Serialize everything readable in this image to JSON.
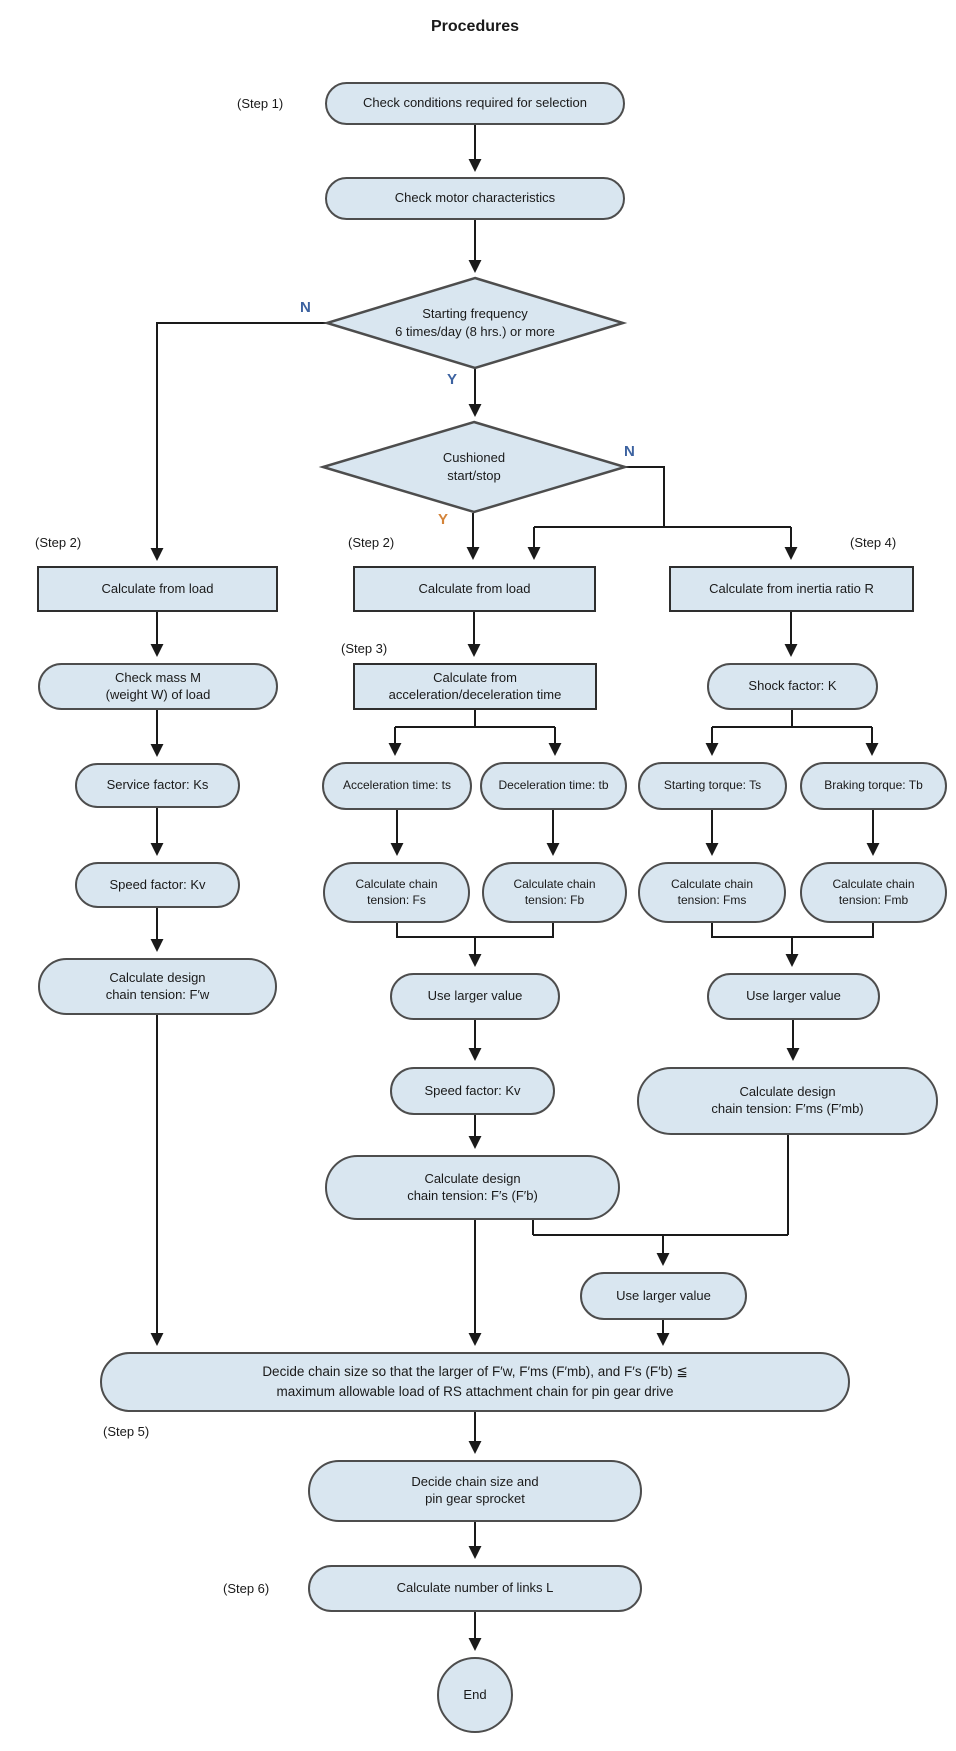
{
  "title": "Procedures",
  "colors": {
    "node_fill": "#d9e6f0",
    "node_border": "#4d4d4d",
    "connector_line": "#1a1a1a",
    "branch_label_blue": "#3c62a0",
    "branch_label_orange": "#d4843a"
  },
  "step_labels": {
    "step1": "(Step 1)",
    "step2_left": "(Step 2)",
    "step2_mid": "(Step 2)",
    "step3": "(Step 3)",
    "step4": "(Step 4)",
    "step5": "(Step 5)",
    "step6": "(Step 6)"
  },
  "branch_labels": {
    "d1_no": "N",
    "d1_yes": "Y",
    "d2_no": "N",
    "d2_yes": "Y"
  },
  "nodes": {
    "check_conditions": "Check conditions required for selection",
    "check_motor": "Check motor characteristics",
    "starting_frequency": "Starting frequency\n6 times/day (8 hrs.) or more",
    "cushioned": "Cushioned\nstart/stop",
    "calc_load_left": "Calculate from load",
    "calc_load_mid": "Calculate from load",
    "calc_inertia": "Calculate from inertia ratio R",
    "check_mass": "Check mass M\n(weight W) of load",
    "calc_accel": "Calculate from\nacceleration/deceleration time",
    "shock_factor": "Shock factor: K",
    "service_factor": "Service factor: Ks",
    "accel_time": "Acceleration time: ts",
    "decel_time": "Deceleration time: tb",
    "starting_torque": "Starting torque: Ts",
    "braking_torque": "Braking torque: Tb",
    "speed_factor_left": "Speed factor: Kv",
    "tension_fs": "Calculate chain\ntension: Fs",
    "tension_fb": "Calculate chain\ntension: Fb",
    "tension_fms": "Calculate chain\ntension: Fms",
    "tension_fmb": "Calculate chain\ntension: Fmb",
    "design_fw": "Calculate design\nchain tension: F′w",
    "use_larger_mid": "Use larger value",
    "use_larger_right": "Use larger value",
    "speed_factor_mid": "Speed factor: Kv",
    "design_fms": "Calculate design\nchain tension: F′ms (F′mb)",
    "design_fs": "Calculate design\nchain tension: F′s (F′b)",
    "use_larger_merge": "Use larger value",
    "decide_chain_size": "Decide chain size so that the larger of F′w, F′ms (F′mb), and F′s (F′b) ≦\nmaximum allowable load of RS attachment chain for pin gear drive",
    "decide_sprocket": "Decide chain size and\npin gear sprocket",
    "calc_links": "Calculate number of links L",
    "end": "End"
  }
}
